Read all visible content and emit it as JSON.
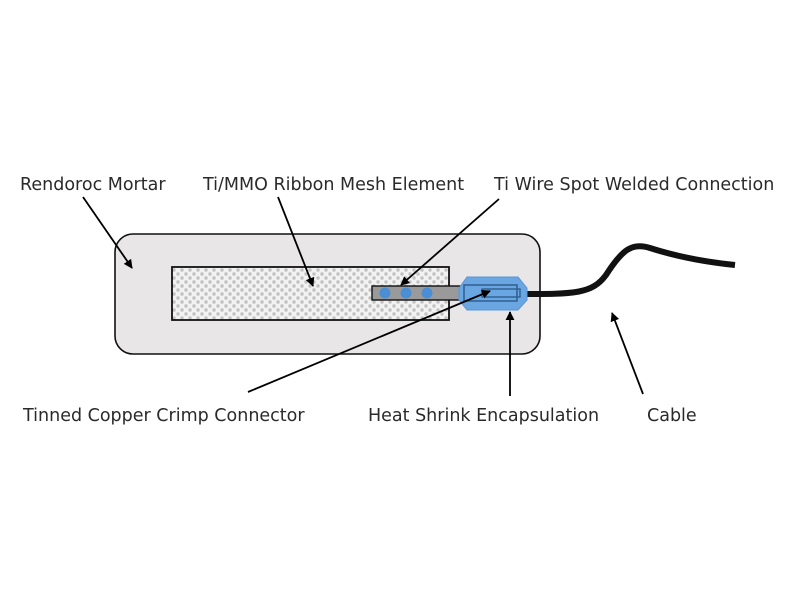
{
  "labels": {
    "mortar": "Rendoroc Mortar",
    "mesh": "Ti/MMO Ribbon Mesh Element",
    "weld": "Ti Wire Spot Welded Connection",
    "crimp": "Tinned Copper Crimp Connector",
    "heat_shrink": "Heat Shrink Encapsulation",
    "cable": "Cable"
  },
  "colors": {
    "mortar_fill": "#e8e6e7",
    "outline": "#111111",
    "mesh_dot": "#bdbdbd",
    "weld_dot": "#4a8fd6",
    "heat_shrink": "#6aa6e2",
    "wire": "#111111"
  }
}
